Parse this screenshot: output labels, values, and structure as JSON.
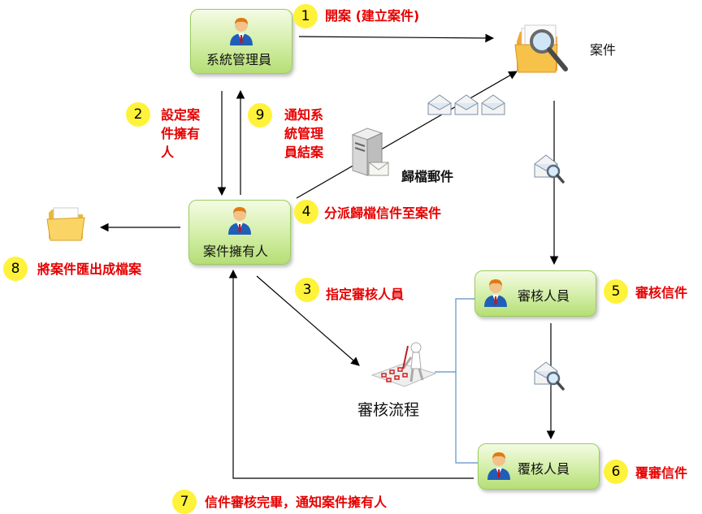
{
  "roles": {
    "admin": "系統管理員",
    "owner": "案件擁有人",
    "reviewer": "審核人員",
    "rereviewer": "覆核人員"
  },
  "objects": {
    "case": "案件",
    "archive_mail": "歸檔郵件",
    "review_flow": "審核流程"
  },
  "steps": [
    {
      "num": "1",
      "text": "開案 (建立案件)"
    },
    {
      "num": "2",
      "lines": [
        "設定案",
        "件擁有",
        "人"
      ]
    },
    {
      "num": "3",
      "text": "指定審核人員"
    },
    {
      "num": "4",
      "text": "分派歸檔信件至案件"
    },
    {
      "num": "5",
      "text": "審核信件"
    },
    {
      "num": "6",
      "text": "覆審信件"
    },
    {
      "num": "7",
      "text": "信件審核完畢，通知案件擁有人"
    },
    {
      "num": "8",
      "text": "將案件匯出成檔案"
    },
    {
      "num": "9",
      "lines": [
        "通知系",
        "統管理",
        "員結案"
      ]
    }
  ],
  "colors": {
    "role_box": "#c9eb9a",
    "badge": "#fff23a",
    "step_text": "#e60000",
    "connector_blue": "#5b8fc8"
  }
}
